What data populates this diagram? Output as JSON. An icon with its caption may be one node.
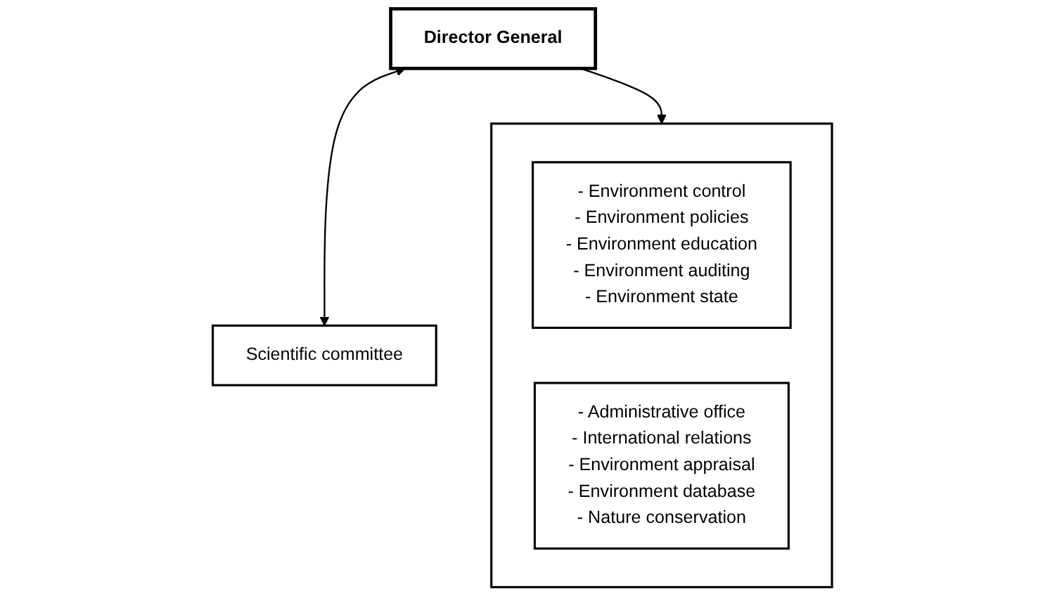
{
  "diagram": {
    "nodes": [
      {
        "text": [
          "Director General"
        ]
      },
      {
        "text": [
          "Scientific committee"
        ]
      },
      {
        "text": [],
        "shape": "box"
      },
      {
        "text": [
          "- Environment control",
          "- Environment policies",
          "- Environment education",
          "- Environment auditing",
          "- Environment state"
        ],
        "in": 2
      },
      {
        "text": [
          "- Administrative office",
          "- International relations",
          "- Environment appraisal",
          "- Environment database",
          "- Nature conservation"
        ],
        "in": 2
      }
    ],
    "edges": [
      {
        "from": 0,
        "to": 1,
        "arrow": "both"
      },
      {
        "from": 0,
        "to": 2,
        "arrow": "to"
      }
    ]
  }
}
